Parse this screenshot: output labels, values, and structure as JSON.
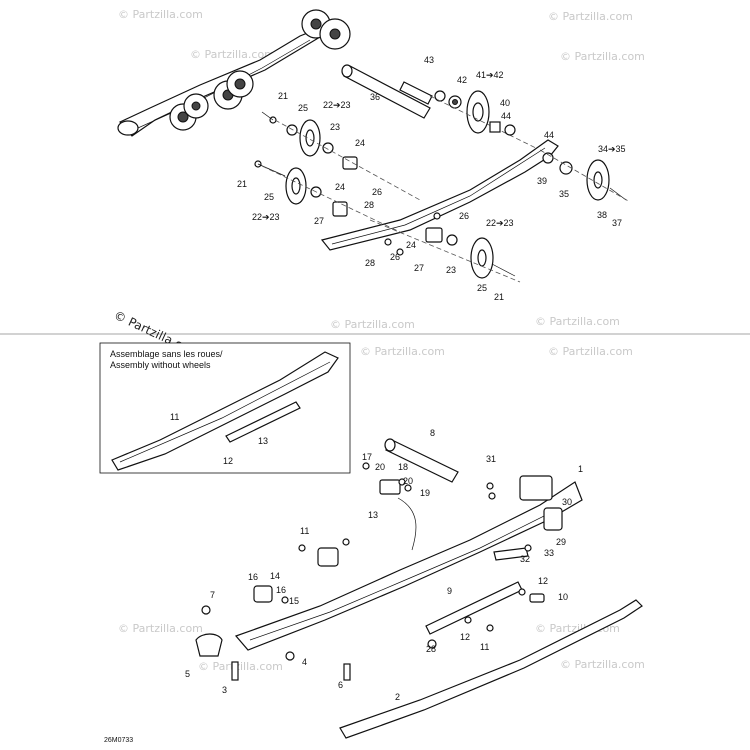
{
  "inset": {
    "line1": "Assemblage sans les roues/",
    "line2": "Assembly without wheels",
    "callouts": [
      "11",
      "13",
      "12"
    ]
  },
  "upper_callouts": [
    "43",
    "42",
    "41➔42",
    "36",
    "40",
    "44",
    "21",
    "25",
    "22➔23",
    "23",
    "24",
    "44",
    "34➔35",
    "21",
    "25",
    "26",
    "28",
    "24",
    "39",
    "35",
    "22➔23",
    "27",
    "26",
    "22➔23",
    "24",
    "27",
    "23",
    "28",
    "26",
    "38",
    "37",
    "25",
    "21"
  ],
  "lower_callouts": [
    "8",
    "17",
    "20",
    "18",
    "20",
    "19",
    "31",
    "1",
    "13",
    "11",
    "30",
    "29",
    "33",
    "32",
    "16",
    "14",
    "16",
    "15",
    "7",
    "9",
    "12",
    "10",
    "12",
    "11",
    "28",
    "5",
    "4",
    "3",
    "6",
    "2"
  ],
  "watermarks": {
    "repeat": "© Partzilla.com",
    "main": "© Partzilla.com"
  },
  "drawing_code": "26M0733",
  "colors": {
    "line": "#111111",
    "watermark": "#c9c9c9",
    "divider": "#888888"
  }
}
